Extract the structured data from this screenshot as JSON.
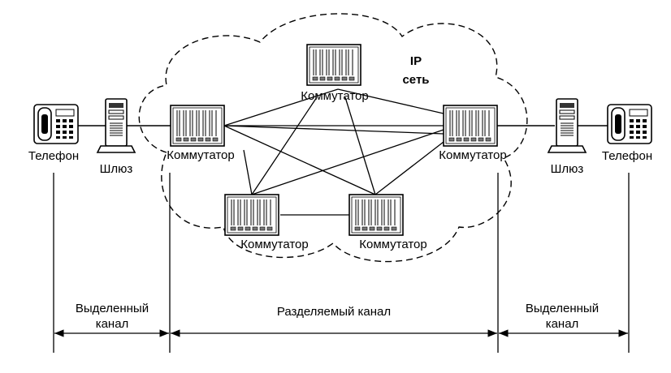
{
  "cloud": {
    "label_line1": "IP",
    "label_line2": "сеть"
  },
  "devices": {
    "phone_left": "Телефон",
    "gateway_left": "Шлюз",
    "switch_left": "Коммутатор",
    "switch_top": "Коммутатор",
    "switch_right": "Коммутатор",
    "switch_bottom_left": "Коммутатор",
    "switch_bottom_right": "Коммутатор",
    "gateway_right": "Шлюз",
    "phone_right": "Телефон"
  },
  "segments": {
    "dedicated_left_line1": "Выделенный",
    "dedicated_left_line2": "канал",
    "shared": "Разделяемый канал",
    "dedicated_right_line1": "Выделенный",
    "dedicated_right_line2": "канал"
  },
  "icons": [
    "telephone-icon",
    "gateway-server-icon",
    "network-switch-icon"
  ],
  "colors": {
    "ink": "#000000",
    "background": "#ffffff"
  }
}
